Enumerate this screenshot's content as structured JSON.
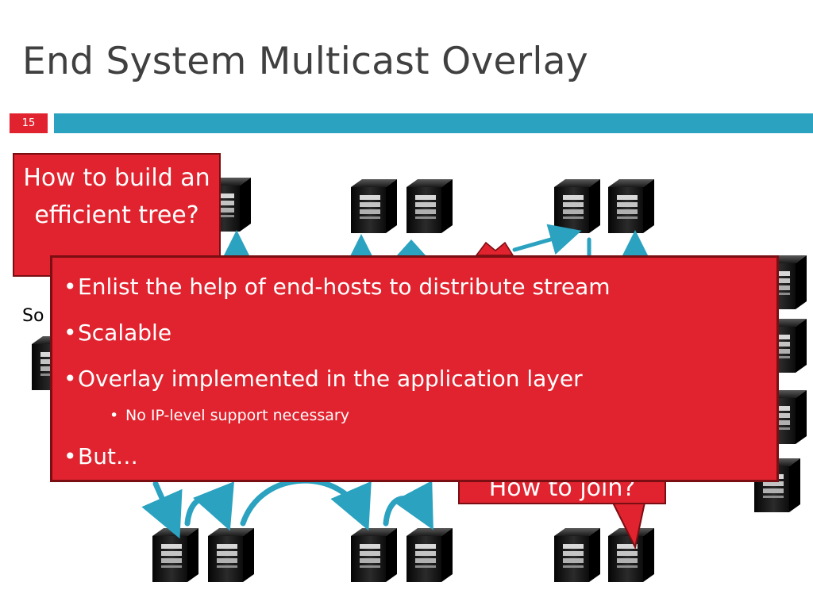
{
  "slide": {
    "title": "End System Multicast Overlay",
    "number": "15"
  },
  "labels": {
    "source_server": "So"
  },
  "callouts": {
    "build_tree": "How to build an efficient tree?",
    "join": "How to join?"
  },
  "main_box": {
    "bullets": [
      "Enlist the help of end-hosts to distribute stream",
      "Scalable",
      "Overlay implemented in the application layer",
      "But…"
    ],
    "sub_bullets": [
      "No IP-level support necessary"
    ]
  },
  "colors": {
    "accent_red": "#e0232e",
    "title_bar_blue": "#2aa2c0",
    "arrow_teal": "#2aa2c0",
    "title_text": "#404040"
  },
  "icons": {
    "host": "server-tower-icon",
    "arrow": "teal-arrow-icon"
  }
}
